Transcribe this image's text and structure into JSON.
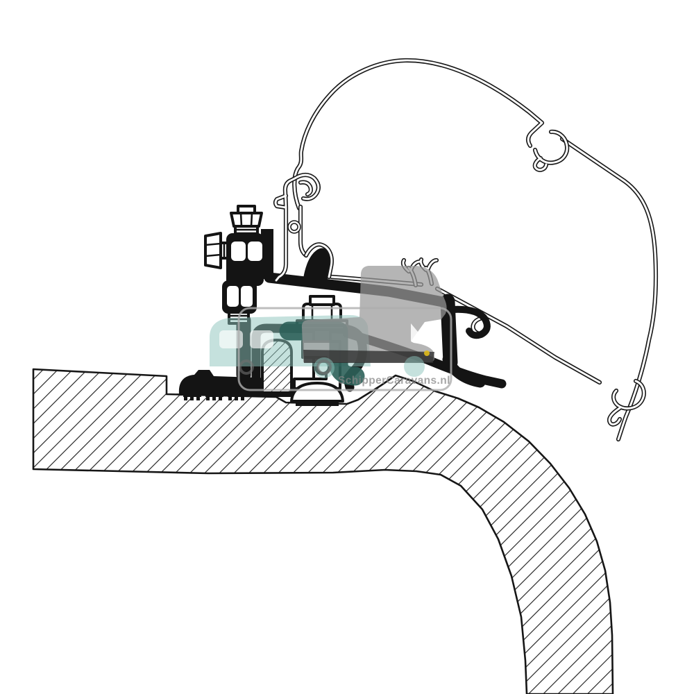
{
  "image": {
    "kind": "technical-cross-section-line-drawing",
    "subject": "Awning rail roof adapter bracket mounted on curved caravan roof",
    "background": "#ffffff"
  },
  "watermark": {
    "site_text": "SchipperCaravans.nl",
    "colors": {
      "light_teal": "#8cc3bb",
      "dark_teal": "#2c6059",
      "van_grey": "#999999",
      "van_dark": "#2e2e2e",
      "wheel_teal": "#8cc3bb",
      "wheel_grey": "#6f6f6f",
      "border_grey": "#aeaeae",
      "text_grey": "#848484",
      "window_white": "#ffffff",
      "accent_yellow": "#e0bb1c"
    }
  },
  "drawing": {
    "ink": "#141414",
    "hatch_color": "#1f1f1f"
  }
}
